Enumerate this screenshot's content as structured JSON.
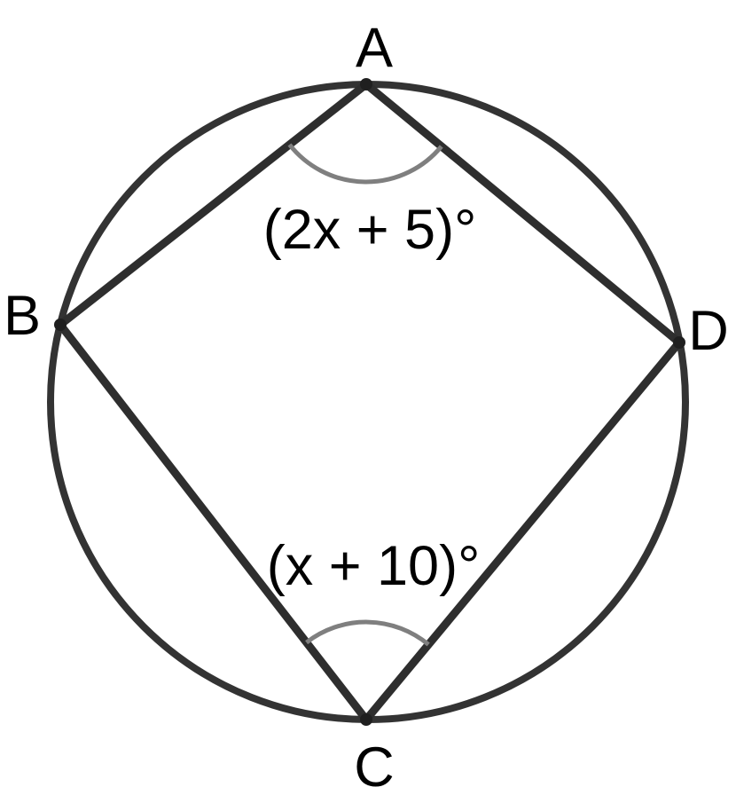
{
  "diagram": {
    "type": "circle-inscribed-quadrilateral",
    "vertices": {
      "a": "A",
      "b": "B",
      "c": "C",
      "d": "D"
    },
    "angle_labels": {
      "at_a": "(2x + 5)°",
      "at_c": "(x + 10)°"
    },
    "colors": {
      "circle_stroke": "#333333",
      "chord_stroke": "#2e2e2e",
      "angle_arc_stroke": "#7f7f7f",
      "vertex_dot": "#1f1f1f",
      "text": "#000000"
    }
  }
}
